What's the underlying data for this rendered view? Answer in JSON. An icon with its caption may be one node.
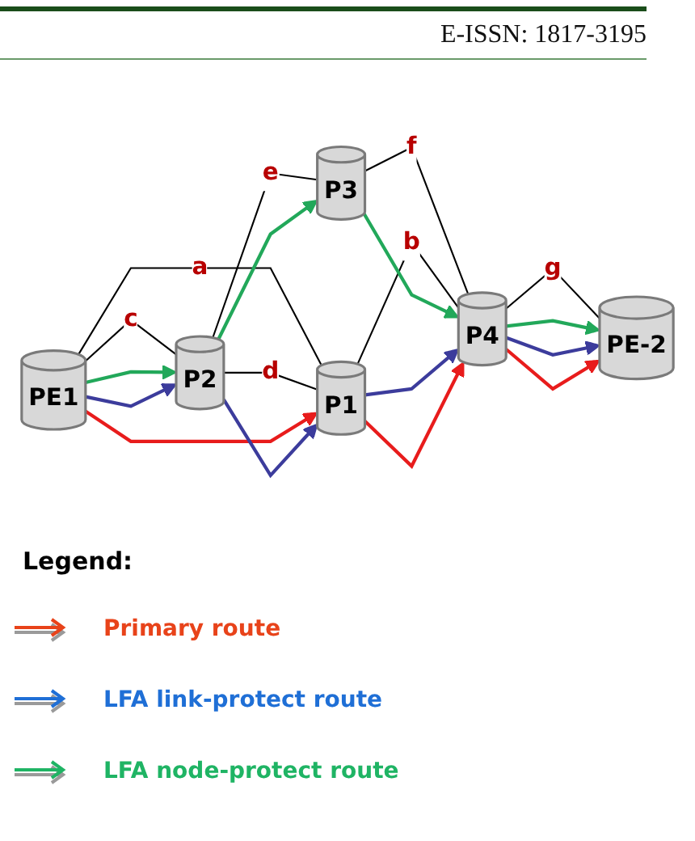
{
  "diagram": {
    "nodes": [
      {
        "text": [
          "PE1"
        ]
      },
      {
        "text": [
          "P2"
        ]
      },
      {
        "text": [
          "P3"
        ]
      },
      {
        "text": [
          "PE-2"
        ]
      },
      {
        "text": [
          "P1"
        ]
      },
      {
        "text": [
          "P4"
        ]
      }
    ],
    "edges": [
      {
        "from": 0,
        "to": 1,
        "arrow": "none",
        "label": "c"
      },
      {
        "from": 0,
        "to": 4,
        "arrow": "none",
        "label": "a"
      },
      {
        "from": 1,
        "to": 2,
        "arrow": "none",
        "label": "e"
      },
      {
        "from": 1,
        "to": 4,
        "arrow": "none",
        "label": "d"
      },
      {
        "from": 2,
        "to": 5,
        "arrow": "none",
        "label": "f"
      },
      {
        "from": 4,
        "to": 5,
        "arrow": "none",
        "label": "b"
      },
      {
        "from": 5,
        "to": 3,
        "arrow": "none",
        "label": "g"
      },
      {
        "from": 0,
        "to": 1,
        "arrow": "to",
        "color": "#22a85a"
      },
      {
        "from": 0,
        "to": 1,
        "arrow": "to",
        "color": "#3c3c9c"
      },
      {
        "from": 0,
        "to": 4,
        "arrow": "to",
        "color": "#e81c1c"
      },
      {
        "from": 1,
        "to": 2,
        "arrow": "to",
        "color": "#22a85a"
      },
      {
        "from": 1,
        "to": 4,
        "arrow": "to",
        "color": "#3c3c9c"
      },
      {
        "from": 2,
        "to": 5,
        "arrow": "to",
        "color": "#22a85a"
      },
      {
        "from": 4,
        "to": 5,
        "arrow": "to",
        "color": "#3c3c9c"
      },
      {
        "from": 4,
        "to": 5,
        "arrow": "to",
        "color": "#e81c1c"
      },
      {
        "from": 5,
        "to": 3,
        "arrow": "to",
        "color": "#22a85a"
      },
      {
        "from": 5,
        "to": 3,
        "arrow": "to",
        "color": "#3c3c9c"
      },
      {
        "from": 5,
        "to": 3,
        "arrow": "to",
        "color": "#e81c1c"
      }
    ],
    "labels": [
      "E-ISSN: 1817-3195",
      "Legend:"
    ],
    "legend": [
      {
        "text": "Primary route"
      },
      {
        "text": "LFA link-protect route"
      },
      {
        "text": "LFA node-protect route"
      }
    ]
  }
}
